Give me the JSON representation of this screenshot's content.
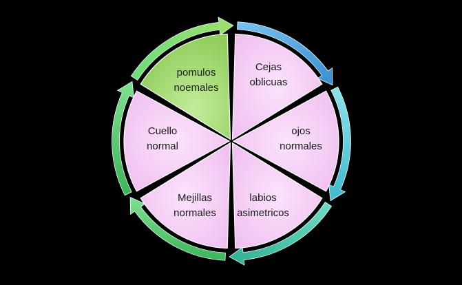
{
  "colors": {
    "background": "#000000",
    "segment_pink": "#f4c8f4",
    "segment_green": "#9fd770",
    "arrow_blue": "#4aa6e0",
    "arrow_cyan": "#5cd0dc",
    "arrow_teal": "#3fc7a8",
    "arrow_green": "#4ecb6e"
  },
  "segments": [
    {
      "id": "cejas",
      "lines": [
        "Cejas",
        "oblicuas"
      ]
    },
    {
      "id": "ojos",
      "lines": [
        "ojos",
        "normales"
      ]
    },
    {
      "id": "labios",
      "lines": [
        "labios",
        "asimetricos"
      ]
    },
    {
      "id": "mejillas",
      "lines": [
        "Mejillas",
        "normales"
      ]
    },
    {
      "id": "cuello",
      "lines": [
        "Cuello",
        "normal"
      ]
    },
    {
      "id": "pomulos",
      "lines": [
        "pomulos",
        "noemales"
      ]
    }
  ],
  "arrow_icon": "circular-arrow-icon"
}
